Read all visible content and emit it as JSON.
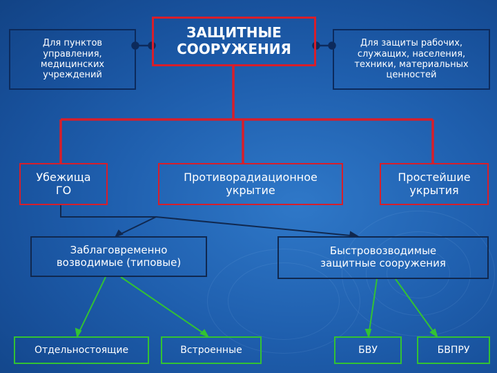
{
  "diagram": {
    "title": "ЗАЩИТНЫЕ\nСООРУЖЕНИЯ",
    "purpose_left": "Для пунктов\nуправления,\nмедицинских\nучреждений",
    "purpose_right": "Для защиты рабочих,\nслужащих, населения,\nтехники, материальных\nценностей",
    "types": {
      "shelters": "Убежища\nГО",
      "anti_radiation": "Противорадиационное\nукрытие",
      "simple": "Простейшие\nукрытия"
    },
    "construction": {
      "prebuilt": "Заблаговременно\nвозводимые (типовые)",
      "rapid": "Быстровозводимые\nзащитные сооружения"
    },
    "variants": {
      "standalone": "Отдельностоящие",
      "built_in": "Встроенные",
      "bvu": "БВУ",
      "bvpru": "БВПРУ"
    }
  },
  "colors": {
    "red": "#d81e2a",
    "green": "#33c233",
    "dark_border": "#0c2a5c",
    "text": "#ffffff"
  }
}
